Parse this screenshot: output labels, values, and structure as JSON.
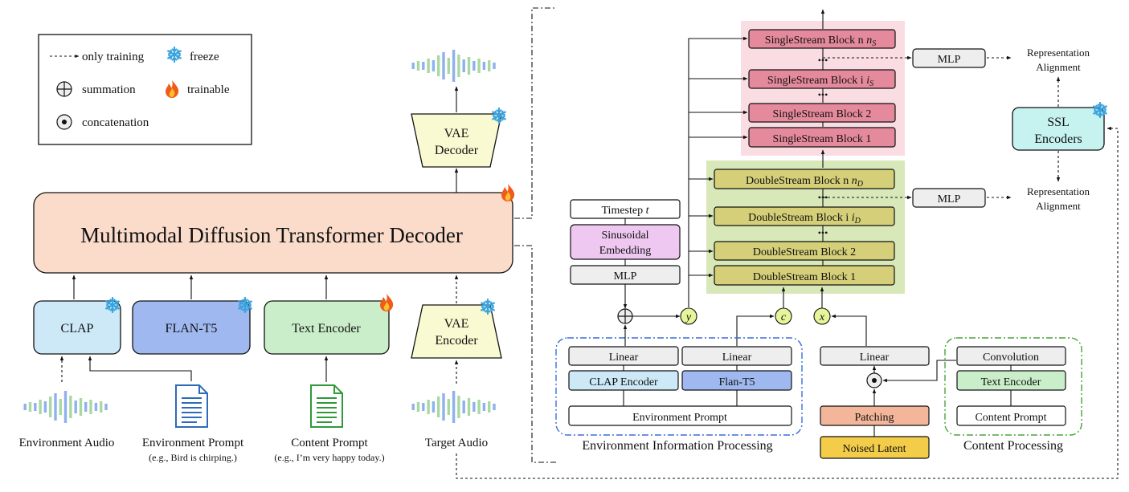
{
  "legend": {
    "only_training": "only training",
    "freeze": "freeze",
    "summation": "summation",
    "trainable": "trainable",
    "concatenation": "concatenation"
  },
  "left": {
    "main_decoder": "Multimodal Diffusion Transformer Decoder",
    "vae_decoder": [
      "VAE",
      "Decoder"
    ],
    "vae_encoder": [
      "VAE",
      "Encoder"
    ],
    "clap": "CLAP",
    "flan_t5": "FLAN-T5",
    "text_encoder": "Text Encoder",
    "environment_audio": "Environment Audio",
    "environment_prompt": "Environment Prompt",
    "environment_prompt_example": "(e.g., Bird is chirping.)",
    "content_prompt": "Content Prompt",
    "content_prompt_example": "(e.g., I’m very happy today.)",
    "target_audio": "Target Audio"
  },
  "right": {
    "single_n": "SingleStream Block n",
    "single_n_sub": "S",
    "single_i": "SingleStream Block i",
    "single_i_sub": "S",
    "single_2": "SingleStream Block 2",
    "single_1": "SingleStream Block 1",
    "double_n": "DoubleStream Block n",
    "double_n_sub": "D",
    "double_i": "DoubleStream Block i",
    "double_i_sub": "D",
    "double_2": "DoubleStream Block 2",
    "double_1": "DoubleStream Block 1",
    "dots": "•••",
    "mlp": "MLP",
    "representation": "Representation",
    "alignment": "Alignment",
    "ssl": [
      "SSL",
      "Encoders"
    ],
    "timestep": "Timestep ",
    "timestep_var": "t",
    "sinusoidal": [
      "Sinusoidal",
      "Embedding"
    ],
    "y": "y",
    "c": "c",
    "x": "x",
    "linear": "Linear",
    "clap_encoder": "CLAP Encoder",
    "flan_t5": "Flan-T5",
    "env_prompt": "Environment Prompt",
    "env_processing": "Environment Information Processing",
    "patching": "Patching",
    "noised_latent": "Noised Latent",
    "convolution": "Convolution",
    "text_encoder": "Text Encoder",
    "content_prompt": "Content Prompt",
    "content_processing": "Content Processing"
  },
  "icons": {
    "freeze": "snowflake-icon",
    "trainable": "fire-icon",
    "document": "document-icon",
    "audio": "waveform-icon"
  },
  "colors": {
    "main_decoder": "#fbdccb",
    "vae": "#fafad2",
    "clap": "#cde9f7",
    "flan_t5": "#9fb8ef",
    "text_encoder": "#c9eec9",
    "single_stream": "#e58a9c",
    "single_stream_bg": "#f9dde3",
    "double_stream": "#d4cf78",
    "double_stream_bg": "#d8e8b8",
    "ssl": "#c6f3f0",
    "sinusoidal": "#efc8f2",
    "patching": "#f3b69a",
    "noised_latent": "#f3cd4a",
    "snowflake": "#3aa3dd",
    "env_group_border": "#3a6fd8",
    "content_group_border": "#4aa33a"
  }
}
